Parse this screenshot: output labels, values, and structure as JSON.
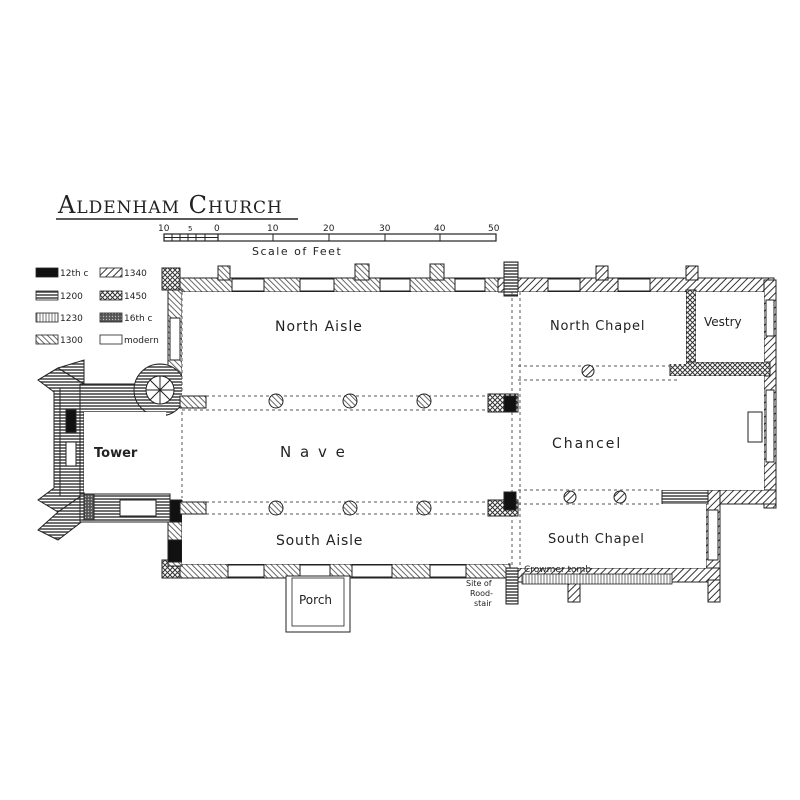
{
  "title": "Aldenham Church",
  "scale": {
    "caption": "Scale of Feet",
    "ticks": [
      "10",
      "5",
      "0",
      "10",
      "20",
      "30",
      "40",
      "50"
    ]
  },
  "legend": [
    {
      "label": "12th c",
      "pattern": "solid"
    },
    {
      "label": "1340",
      "pattern": "hatch"
    },
    {
      "label": "1200",
      "pattern": "horizontal"
    },
    {
      "label": "1450",
      "pattern": "crosshatch"
    },
    {
      "label": "1230",
      "pattern": "vertical"
    },
    {
      "label": "16th c",
      "pattern": "dots"
    },
    {
      "label": "1300",
      "pattern": "diag"
    },
    {
      "label": "modern",
      "pattern": "blank"
    }
  ],
  "rooms": {
    "north_aisle": "North Aisle",
    "north_chapel": "North Chapel",
    "vestry": "Vestry",
    "tower": "Tower",
    "nave": "N a v e",
    "chancel": "Chancel",
    "south_aisle": "South Aisle",
    "south_chapel": "South Chapel",
    "porch": "Porch"
  },
  "annotations": {
    "crowmer": "Crowmer tomb",
    "rood_line1": "Site of",
    "rood_line2": "Rood-",
    "rood_line3": "stair"
  }
}
